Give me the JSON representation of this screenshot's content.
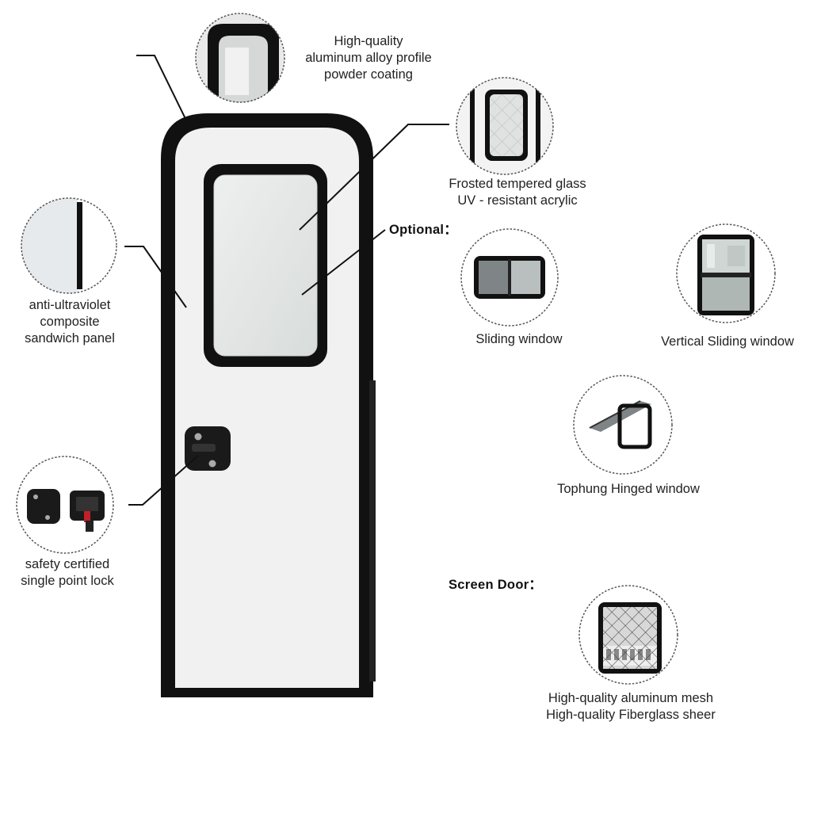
{
  "callouts": {
    "profile": {
      "lines": [
        "High-quality",
        "aluminum alloy profile",
        "powder coating"
      ]
    },
    "glass": {
      "lines": [
        "Frosted tempered glass",
        "UV - resistant acrylic"
      ]
    },
    "panel": {
      "lines": [
        "anti-ultraviolet",
        "composite",
        "sandwich panel"
      ]
    },
    "lock": {
      "lines": [
        "safety certified",
        "single point lock"
      ]
    }
  },
  "optional": {
    "heading": "Optional：",
    "items": [
      {
        "label": "Sliding window"
      },
      {
        "label": "Vertical Sliding window"
      },
      {
        "label": "Tophung Hinged window"
      }
    ]
  },
  "screen_door": {
    "heading": "Screen Door：",
    "lines": [
      "High-quality aluminum mesh",
      "High-quality Fiberglass sheer"
    ]
  },
  "colors": {
    "frame": "#111111",
    "panel": "#f1f1f1",
    "glass": "#e4e7e6",
    "circle_border": "#555555"
  }
}
